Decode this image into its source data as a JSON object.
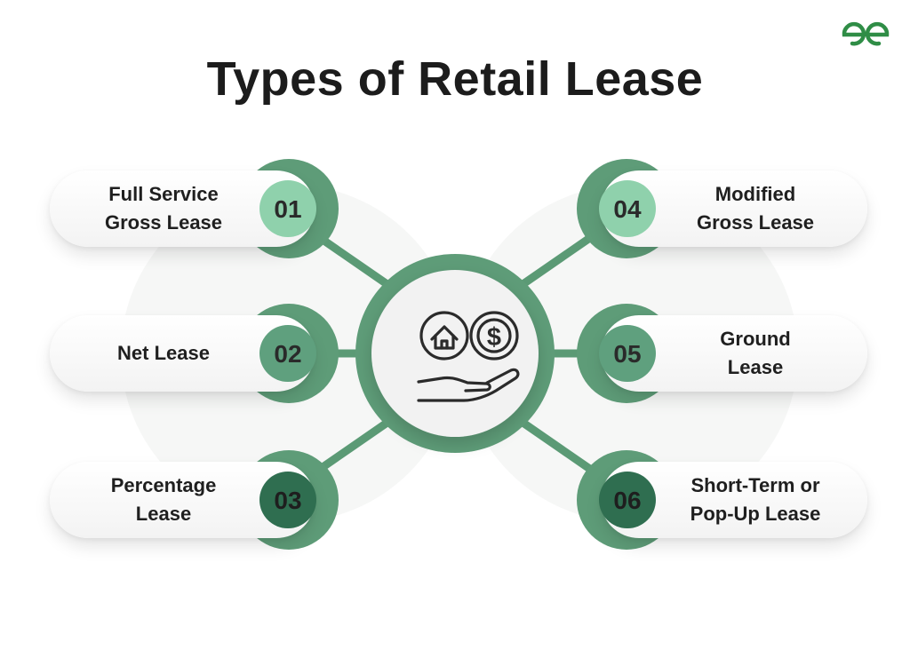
{
  "title": "Types of Retail Lease",
  "colors": {
    "ring": "#5e9c78",
    "connector": "#5b9a75",
    "badge_01": "#8fd1ac",
    "badge_02": "#5fa07e",
    "badge_03": "#2f6e50",
    "text": "#1f1f1f"
  },
  "center": {
    "icon": "hand-with-house-and-dollar-coins-icon"
  },
  "logo": {
    "icon": "geeksforgeeks-logo-icon"
  },
  "items": [
    {
      "number": "01",
      "label": "Full Service\nGross Lease"
    },
    {
      "number": "02",
      "label": "Net Lease"
    },
    {
      "number": "03",
      "label": "Percentage\nLease"
    },
    {
      "number": "04",
      "label": "Modified\nGross Lease"
    },
    {
      "number": "05",
      "label": "Ground\nLease"
    },
    {
      "number": "06",
      "label": "Short-Term or\nPop-Up Lease"
    }
  ]
}
